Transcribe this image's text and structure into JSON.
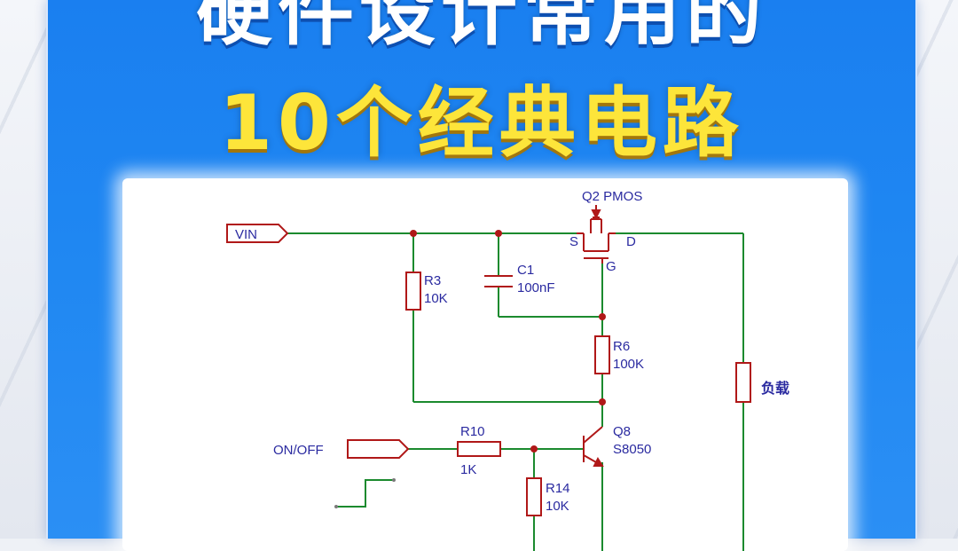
{
  "title": {
    "line1": "硬件设计常用的",
    "line2": "10个经典电路"
  },
  "colors": {
    "card_blue": "#1f87f2",
    "title_yellow": "#fde53a",
    "wire_green": "#1b8a2e",
    "component_red": "#b01818",
    "label_blue": "#2a2aa0"
  },
  "schematic": {
    "ports": {
      "vin": "VIN",
      "onoff": "ON/OFF"
    },
    "components": {
      "q2": "Q2 PMOS",
      "q2_s": "S",
      "q2_d": "D",
      "q2_g": "G",
      "c1_ref": "C1",
      "c1_val": "100nF",
      "r3_ref": "R3",
      "r3_val": "10K",
      "r6_ref": "R6",
      "r6_val": "100K",
      "r10_ref": "R10",
      "r10_val": "1K",
      "r14_ref": "R14",
      "r14_val": "10K",
      "q8_ref": "Q8",
      "q8_val": "S8050",
      "load": "负载"
    }
  }
}
